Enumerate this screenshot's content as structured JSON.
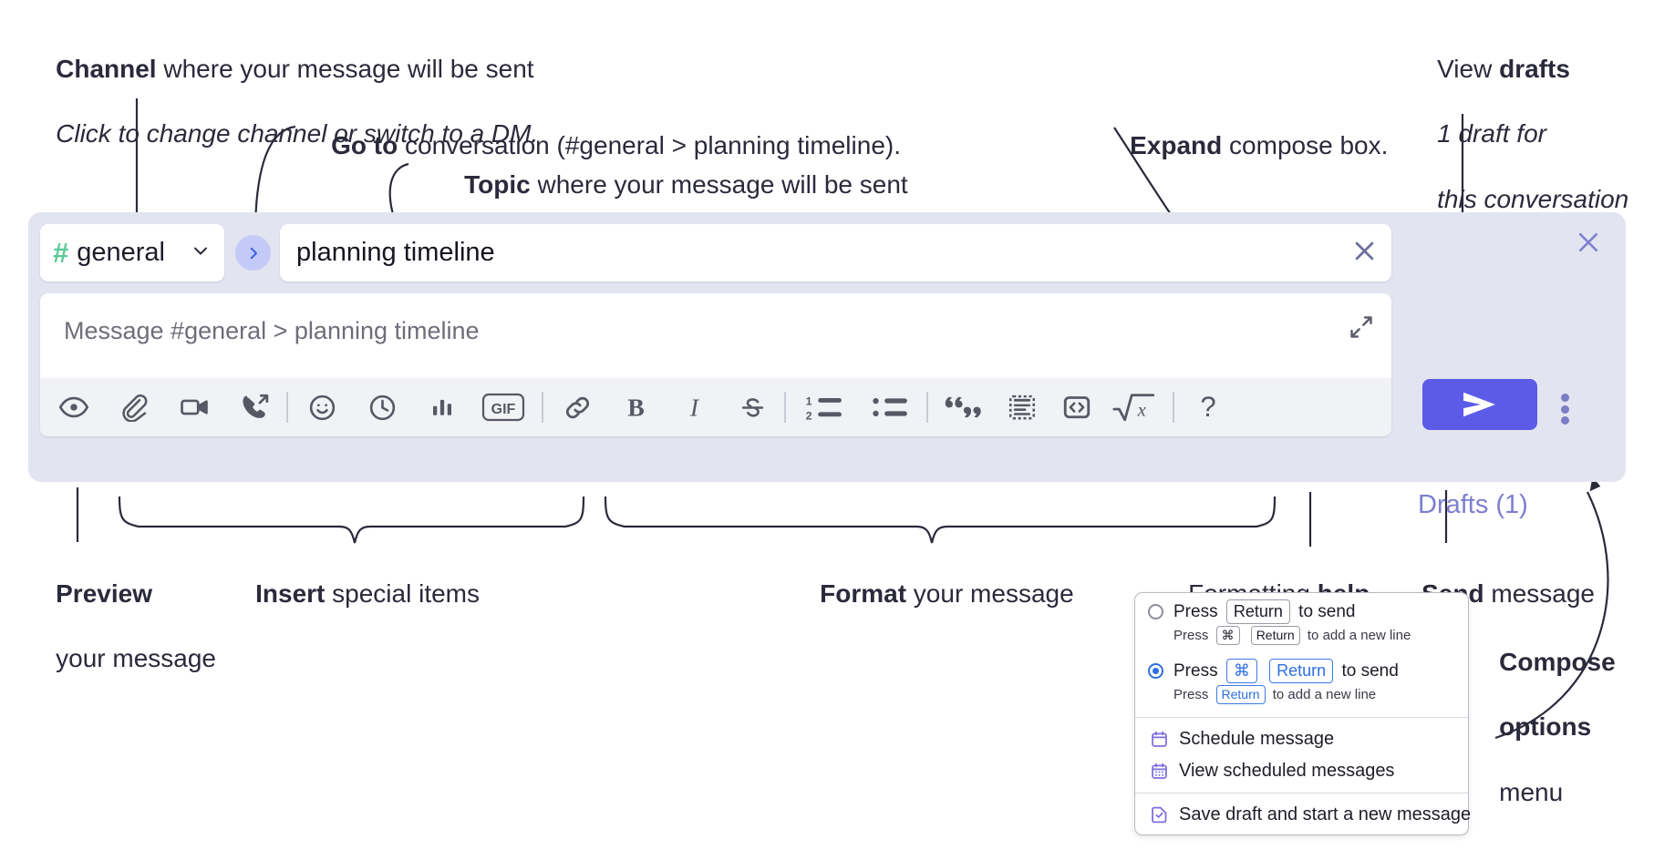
{
  "annotations": {
    "channel": {
      "bold": "Channel",
      "rest": " where your message will be sent",
      "italic": "Click to change channel or switch to a DM."
    },
    "goto": {
      "bold": "Go to",
      "rest": " conversation (#general > planning timeline)."
    },
    "topic": {
      "bold": "Topic",
      "rest": " where your message will be sent"
    },
    "expand": {
      "bold": "Expand",
      "rest": " compose box."
    },
    "drafts": {
      "bold_lead": "View ",
      "bold": "drafts",
      "italic_1": "1 draft for",
      "italic_2": "this conversation"
    },
    "preview": {
      "bold": "Preview",
      "rest": "your message"
    },
    "insert": {
      "bold": "Insert",
      "rest": " special items"
    },
    "format": {
      "bold": "Format",
      "rest": " your message"
    },
    "formatting_help": {
      "lead": "Formatting ",
      "bold": "help"
    },
    "send": {
      "bold": "Send",
      "rest": " message"
    },
    "compose_options": {
      "bold_1": "Compose",
      "bold_2": "options",
      "rest": "menu"
    }
  },
  "compose": {
    "channel_name": "general",
    "hash_symbol": "#",
    "topic_value": "planning timeline",
    "message_placeholder": "Message #general > planning timeline",
    "drafts_label": "Drafts (1)",
    "accent_color": "#5b5be8",
    "panel_bg": "#e2e4f0",
    "hash_color": "#5bc996",
    "drafts_color": "#7c7fcf",
    "toolbar": [
      {
        "name": "preview-icon",
        "label": "Preview"
      },
      {
        "name": "attachment-icon",
        "label": "Attach file"
      },
      {
        "name": "video-icon",
        "label": "Record video clip"
      },
      {
        "name": "huddle-icon",
        "label": "Start a huddle"
      },
      {
        "name": "emoji-icon",
        "label": "Emoji"
      },
      {
        "name": "clock-icon",
        "label": "Recent"
      },
      {
        "name": "poll-icon",
        "label": "Create a poll"
      },
      {
        "name": "gif-icon",
        "label": "GIF"
      },
      {
        "name": "link-icon",
        "label": "Link"
      },
      {
        "name": "bold-icon",
        "label": "B"
      },
      {
        "name": "italic-icon",
        "label": "I"
      },
      {
        "name": "strikethrough-icon",
        "label": "S"
      },
      {
        "name": "ordered-list-icon",
        "label": "Ordered list"
      },
      {
        "name": "bulleted-list-icon",
        "label": "Bulleted list"
      },
      {
        "name": "blockquote-icon",
        "label": "Blockquote"
      },
      {
        "name": "code-block-icon",
        "label": "Code block"
      },
      {
        "name": "code-icon",
        "label": "Code"
      },
      {
        "name": "equation-icon",
        "label": "Equation"
      },
      {
        "name": "help-icon",
        "label": "?"
      }
    ]
  },
  "menu": {
    "options": [
      {
        "selected": false,
        "main": [
          {
            "t": "Press"
          },
          {
            "k": "Return"
          },
          {
            "t": "to send"
          }
        ],
        "sub": [
          {
            "t": "Press"
          },
          {
            "k": "⌘"
          },
          {
            "k": "Return"
          },
          {
            "t": "to add a new line"
          }
        ]
      },
      {
        "selected": true,
        "main": [
          {
            "t": "Press"
          },
          {
            "k": "⌘",
            "blue": true
          },
          {
            "k": "Return",
            "blue": true
          },
          {
            "t": "to send"
          }
        ],
        "sub": [
          {
            "t": "Press"
          },
          {
            "k": "Return",
            "blue": true
          },
          {
            "t": "to add a new line"
          }
        ]
      }
    ],
    "items_group_1": [
      {
        "icon": "calendar-icon",
        "label": "Schedule message"
      },
      {
        "icon": "calendar-grid-icon",
        "label": "View scheduled messages"
      }
    ],
    "items_group_2": [
      {
        "icon": "save-draft-icon",
        "label": "Save draft and start a new message"
      }
    ]
  }
}
